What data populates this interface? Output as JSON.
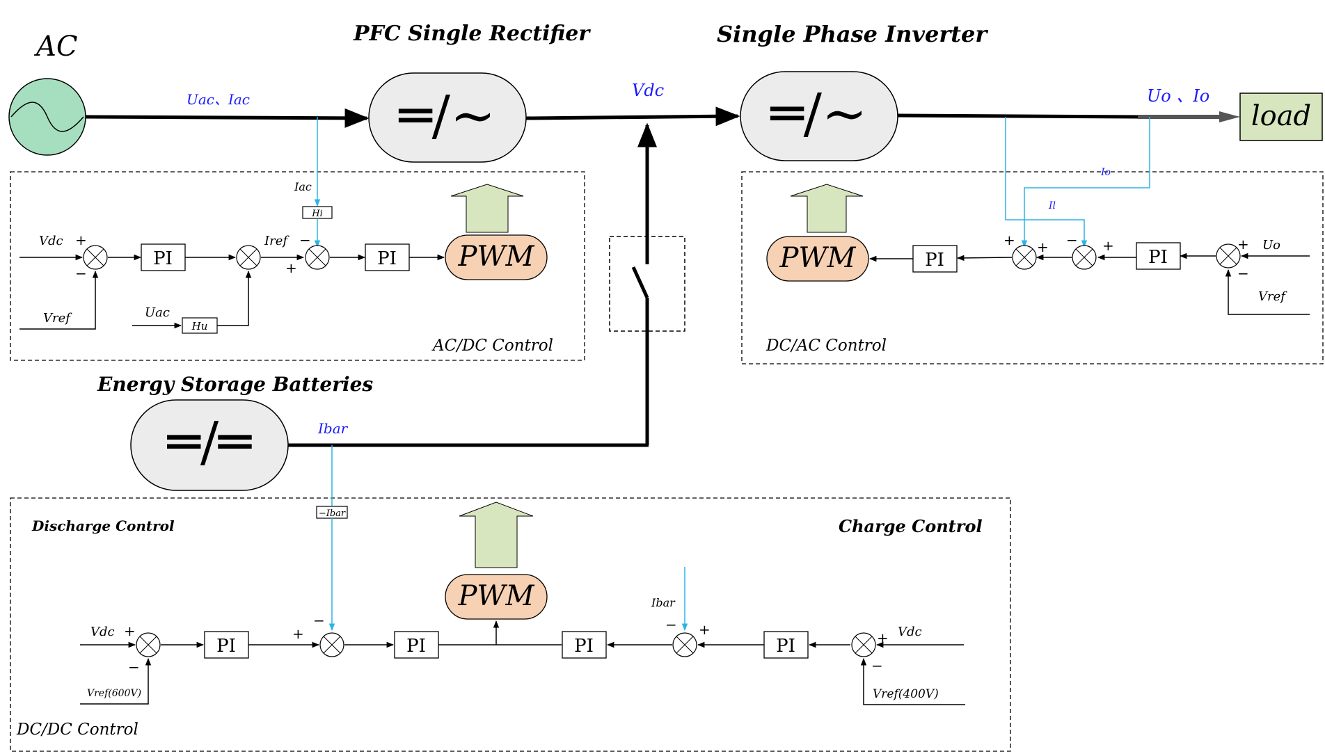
{
  "colors": {
    "signal": "#2bb4e6",
    "label_blue": "#1a1aff",
    "ac_fill": "#a6dfc0",
    "converter_fill": "#ececec",
    "pwm_fill": "#f7d1b3",
    "arrow_fill": "#d8e6bf",
    "load_fill": "#d8e6bf"
  },
  "titles": {
    "ac": "AC",
    "rectifier": "PFC Single Rectifier",
    "inverter": "Single Phase Inverter",
    "batteries": "Energy Storage Batteries"
  },
  "power": {
    "uac_iac": "Uac、Iac",
    "vdc": "Vdc",
    "uo_io": "Uo 、Io",
    "ibar": "Ibar",
    "load": "load",
    "rectifier_symbol": "═/∼",
    "inverter_symbol": "═/∼",
    "dcdc_symbol": "═/═"
  },
  "acdc": {
    "label": "AC/DC Control",
    "vdc": "Vdc",
    "vref": "Vref",
    "uac": "Uac",
    "iref": "Iref",
    "iac": "Iac",
    "hi": "Hi",
    "hu": "Hu",
    "pi1": "PI",
    "pi2": "PI",
    "pwm": "PWM",
    "plus": "+",
    "minus": "−"
  },
  "dcac": {
    "label": "DC/AC Control",
    "uo": "Uo",
    "vref": "Vref",
    "io": "Io",
    "il": "Il",
    "pi1": "PI",
    "pi2": "PI",
    "pwm": "PWM",
    "plus": "+",
    "minus": "−"
  },
  "dcdc": {
    "label": "DC/DC Control",
    "discharge": "Discharge Control",
    "charge": "Charge Control",
    "vdc_left": "Vdc",
    "vref600": "Vref(600V)",
    "vdc_right": "Vdc",
    "vref400": "Vref(400V)",
    "neg_ibar": "−Ibar",
    "ibar": "Ibar",
    "pi1": "PI",
    "pi2": "PI",
    "pi3": "PI",
    "pi4": "PI",
    "pwm": "PWM",
    "plus": "+",
    "minus": "−"
  }
}
